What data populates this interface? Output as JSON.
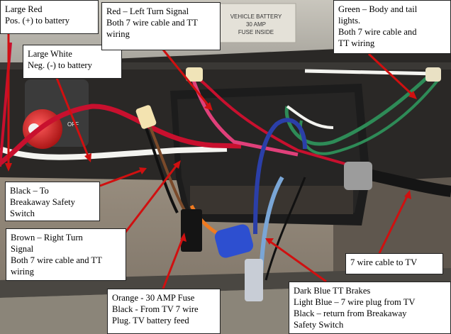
{
  "photo_text": {
    "fuse_label": [
      "VEHICLE BATTERY",
      "30 AMP",
      "FUSE INSIDE"
    ],
    "switch_text": "OFF"
  },
  "labels": {
    "large_red": [
      "Large Red",
      "Pos. (+) to battery"
    ],
    "large_white": [
      "Large White",
      "Neg. (-) to battery"
    ],
    "red_left_turn": [
      "Red – Left Turn Signal",
      "Both 7 wire cable and TT",
      "wiring"
    ],
    "green": [
      "Green – Body and tail",
      "lights.",
      "Both 7 wire cable and",
      "TT wiring"
    ],
    "black_breakaway": [
      "Black – To",
      "Breakaway Safety",
      "Switch"
    ],
    "brown_right_turn": [
      "Brown – Right Turn",
      "Signal",
      "Both 7 wire cable and TT",
      "wiring"
    ],
    "seven_wire": [
      "7 wire cable to TV"
    ],
    "orange_fuse": [
      "Orange - 30 AMP Fuse",
      "Black - From TV 7 wire",
      "Plug. TV battery feed"
    ],
    "dark_blue": [
      "Dark Blue TT Brakes",
      "Light Blue – 7 wire plug from TV",
      "Black – return from Breakaway",
      "Safety Switch"
    ]
  },
  "colors": {
    "arrow": "#d01010",
    "wire_red": "#c8102e",
    "wire_green": "#2e8b57",
    "wire_white": "#f4f4f0",
    "wire_dark_blue": "#2b3fa8",
    "wire_light_blue": "#7aa6d6",
    "wire_brown": "#7a4a2a",
    "wire_orange": "#f07a20",
    "wire_pink": "#e0407a",
    "box": "#1c1c1c"
  }
}
